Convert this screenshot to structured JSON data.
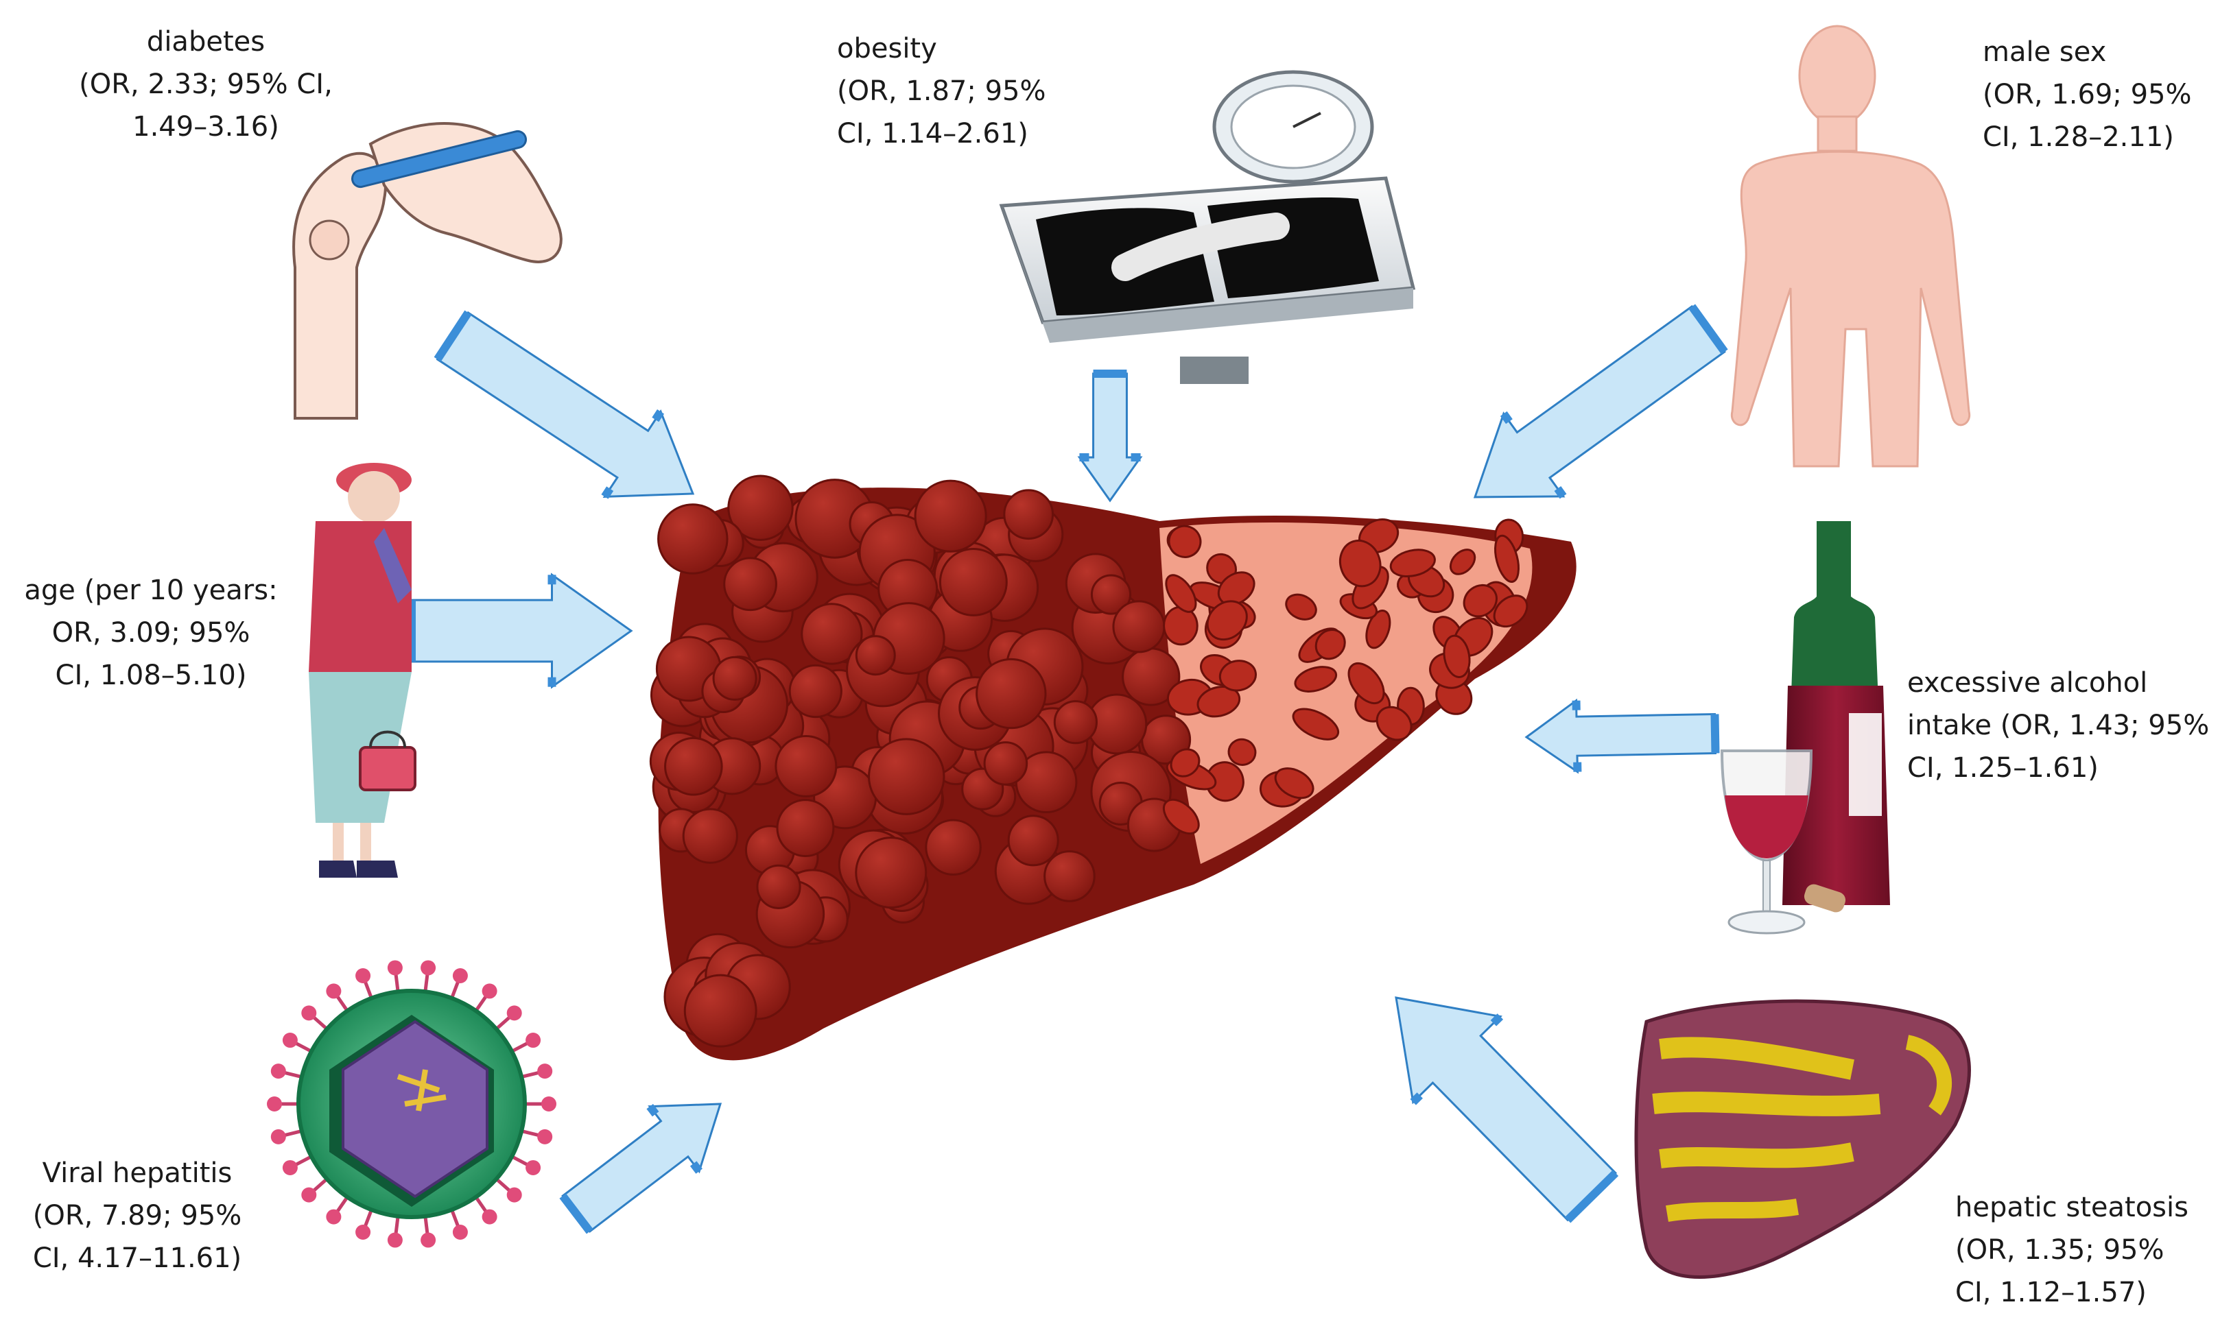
{
  "risk_factors": {
    "diabetes": {
      "lines": [
        "diabetes",
        "(OR, 2.33; 95% CI,",
        "1.49–3.16)"
      ],
      "icon": "insulin-pen-hands-icon"
    },
    "obesity": {
      "lines": [
        "obesity",
        "(OR, 1.87; 95%",
        "CI, 1.14–2.61)"
      ],
      "icon": "weighing-scale-icon"
    },
    "male_sex": {
      "lines": [
        "male sex",
        "(OR, 1.69; 95%",
        "CI, 1.28–2.11)"
      ],
      "icon": "male-body-icon"
    },
    "age": {
      "lines": [
        "age (per 10 years:",
        "OR, 3.09; 95%",
        "CI, 1.08–5.10)"
      ],
      "icon": "elderly-woman-icon"
    },
    "alcohol": {
      "lines": [
        "excessive alcohol",
        "intake (OR, 1.43; 95%",
        "CI, 1.25–1.61)"
      ],
      "icon": "wine-bottle-glass-icon"
    },
    "viral_hepatitis": {
      "lines": [
        "Viral hepatitis",
        "(OR, 7.89; 95%",
        "CI, 4.17–11.61)"
      ],
      "icon": "virus-icon"
    },
    "hepatic_steatosis": {
      "lines": [
        "hepatic steatosis",
        "(OR, 1.35; 95%",
        "CI, 1.12–1.57)"
      ],
      "icon": "fatty-liver-icon"
    }
  },
  "center_icon": "cirrhotic-liver-icon",
  "colors": {
    "liver_dark": "#8e1a13",
    "liver_nodule": "#a5261c",
    "liver_fibrosis": "#f2a08a",
    "arrow_fill": "#c9e6f8",
    "arrow_stroke": "#2f7fc4",
    "arrow_tab": "#3b8ed8",
    "skin": "#f6c6b8",
    "virus_green": "#2fa872",
    "virus_purple": "#6b4a9a",
    "wine": "#8a1530",
    "fat_yellow": "#e0c21a"
  }
}
